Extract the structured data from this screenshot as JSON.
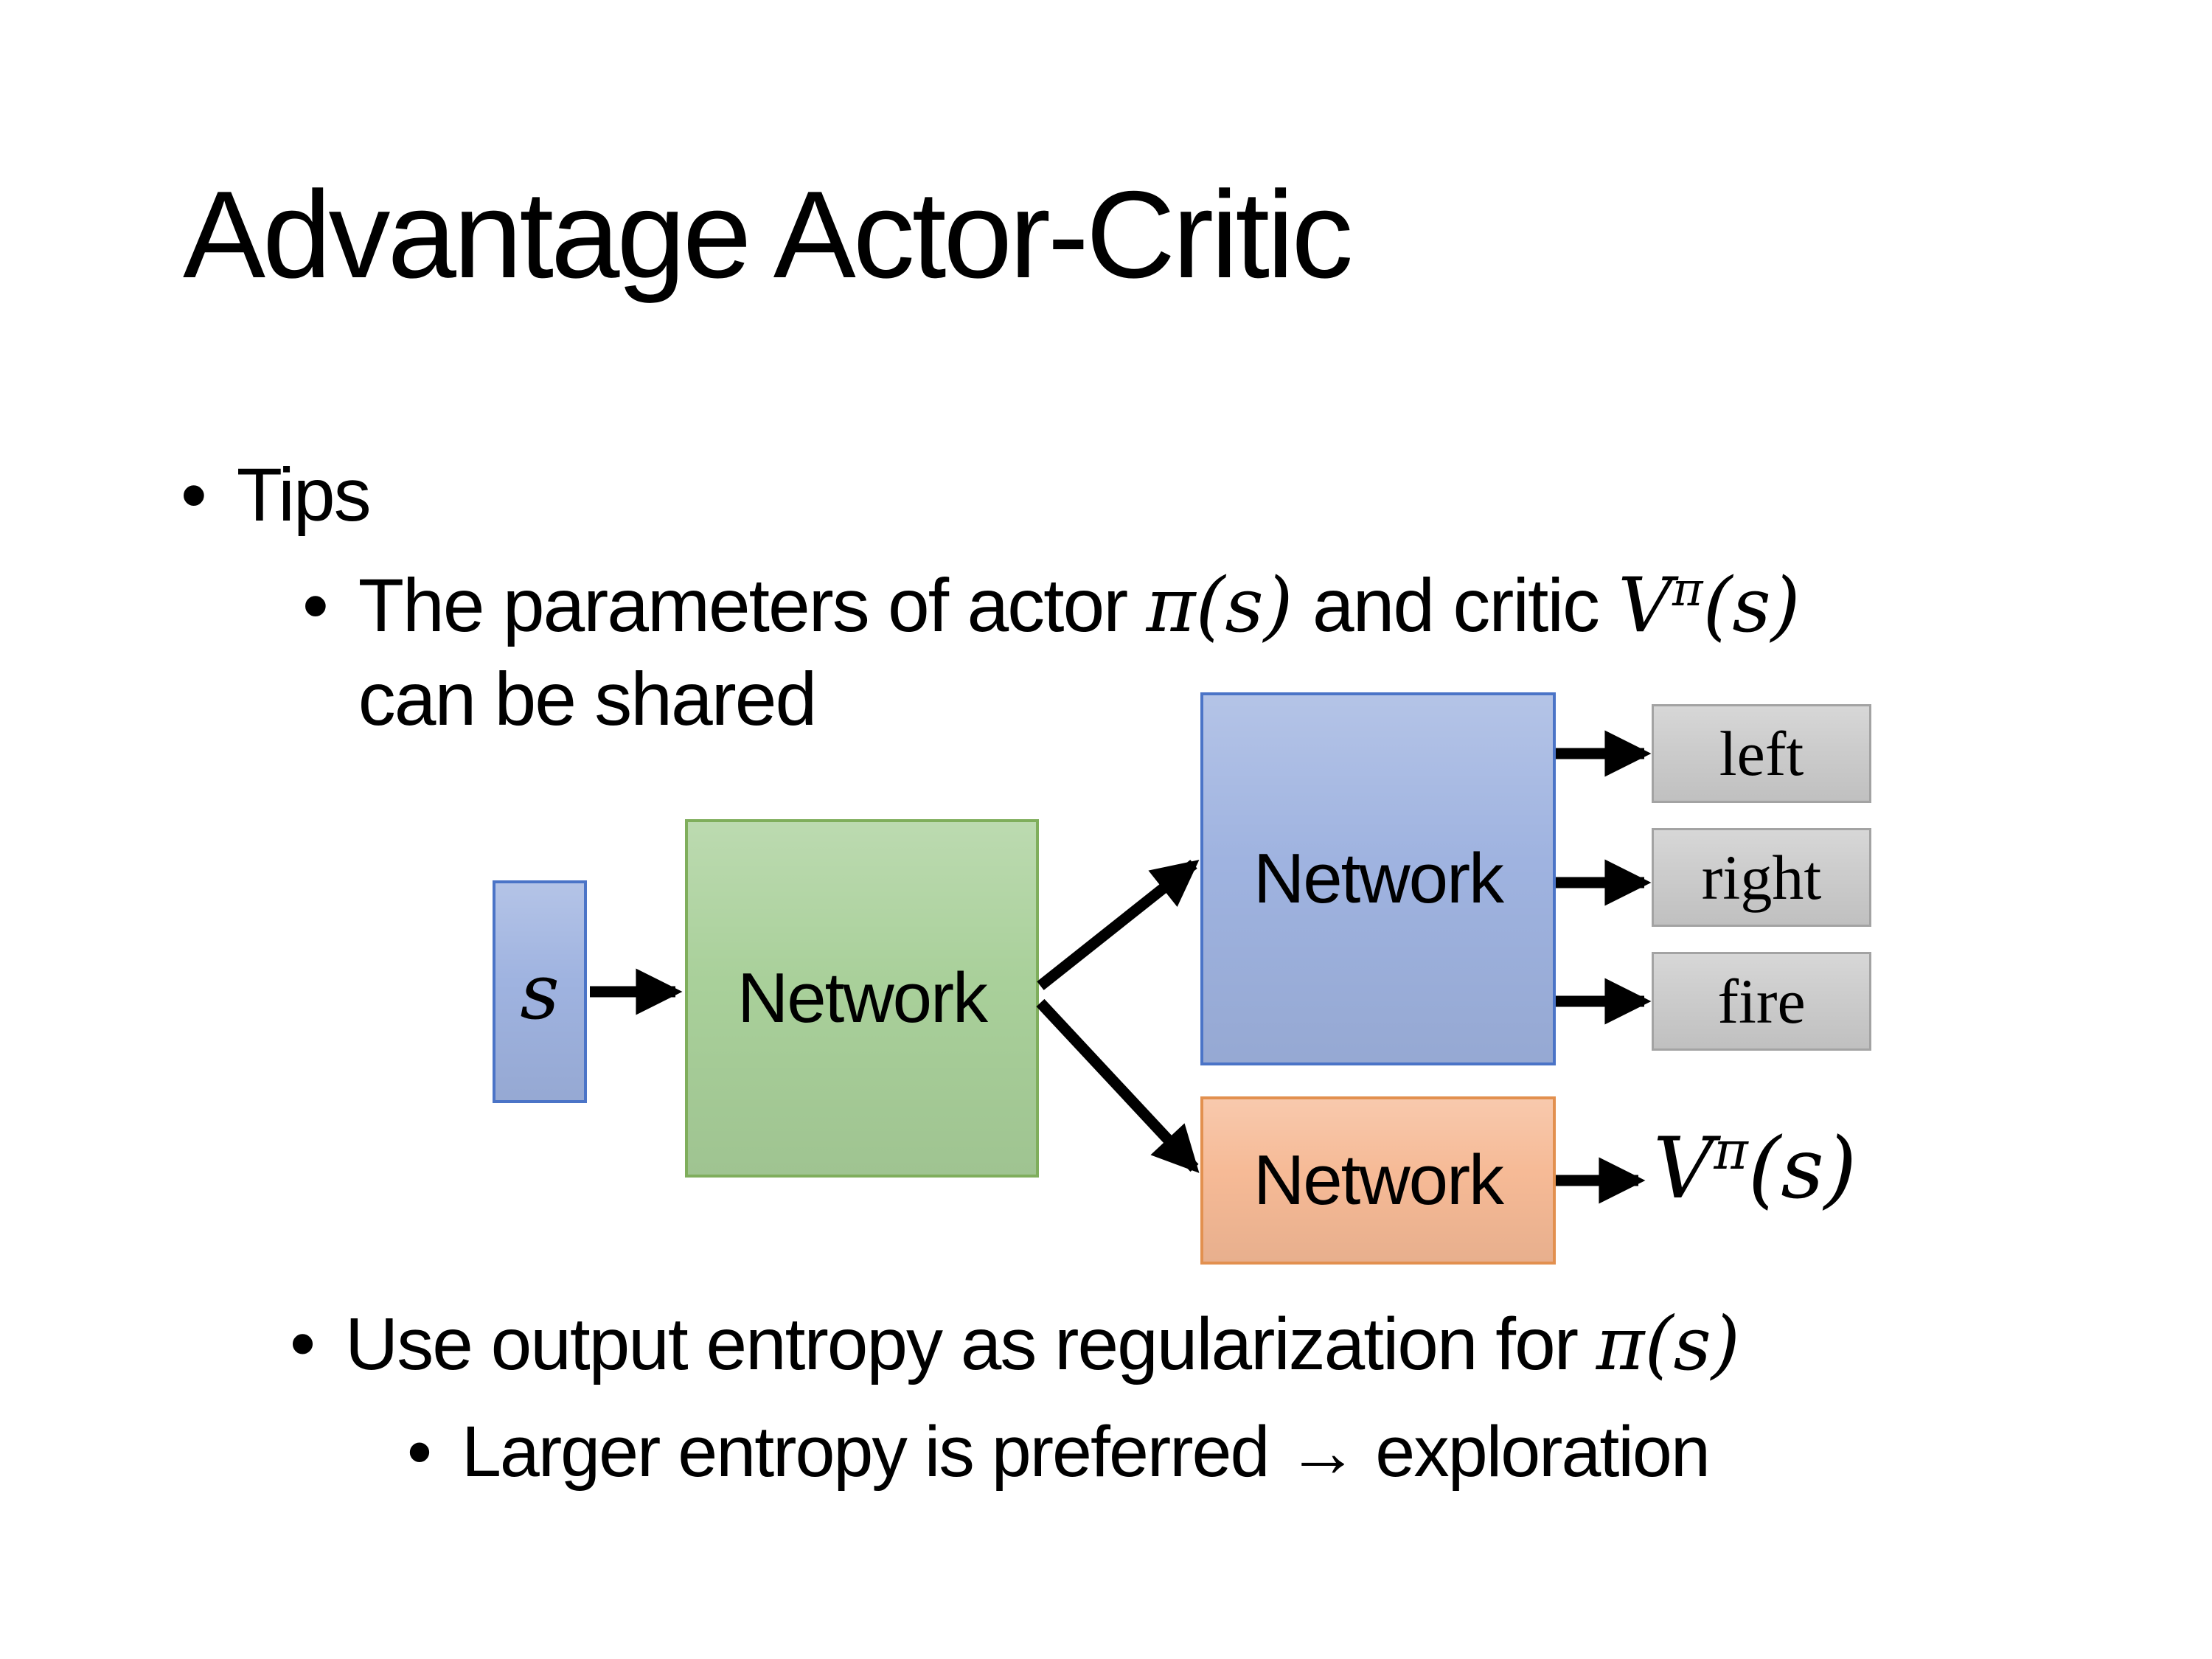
{
  "slide": {
    "bullet_char": "•",
    "title": "Advantage Actor-Critic",
    "bullets": {
      "tips": "Tips",
      "shared": {
        "prefix": "The parameters of actor ",
        "actor_math": "π(s)",
        "mid": "  and critic ",
        "critic_base": "V",
        "critic_sup": "π",
        "critic_arg": "(s)",
        "line2": "can be shared"
      },
      "entropy": {
        "prefix": "Use output entropy as regularization for ",
        "math": "π(s)"
      },
      "exploration": "Larger entropy is preferred → exploration"
    },
    "diagram": {
      "state_label": "s",
      "shared_network": "Network",
      "actor_network": "Network",
      "critic_network": "Network",
      "actions": [
        "left",
        "right",
        "fire"
      ],
      "value_base": "V",
      "value_sup": "π",
      "value_arg": "(s)"
    },
    "colors": {
      "state_fill": "#9fb3e0",
      "state_border": "#4b74c7",
      "shared_fill": "#a9d09a",
      "shared_border": "#7fae5c",
      "actor_fill": "#9fb3e0",
      "actor_border": "#4b74c7",
      "critic_fill": "#f6ba96",
      "critic_border": "#e2904f",
      "action_fill": "#cccccc",
      "action_border": "#a3a3a3",
      "arrow_color": "#000000"
    }
  }
}
